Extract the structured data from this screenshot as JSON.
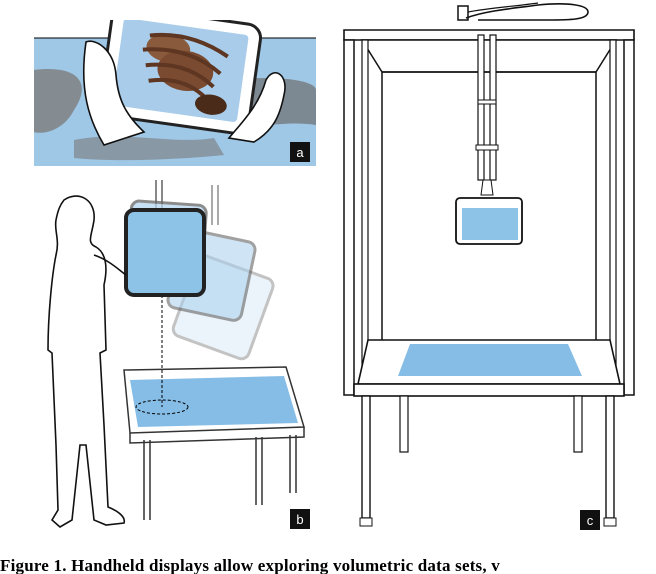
{
  "panels": [
    {
      "label": "a"
    },
    {
      "label": "b"
    },
    {
      "label": "c"
    }
  ],
  "caption": "Figure 1.  Handheld displays allow exploring volumetric data sets, v",
  "colors": {
    "display_blue": "#8ec3e8",
    "bone": "#8a5a3c",
    "table_blue": "#86bde6"
  }
}
